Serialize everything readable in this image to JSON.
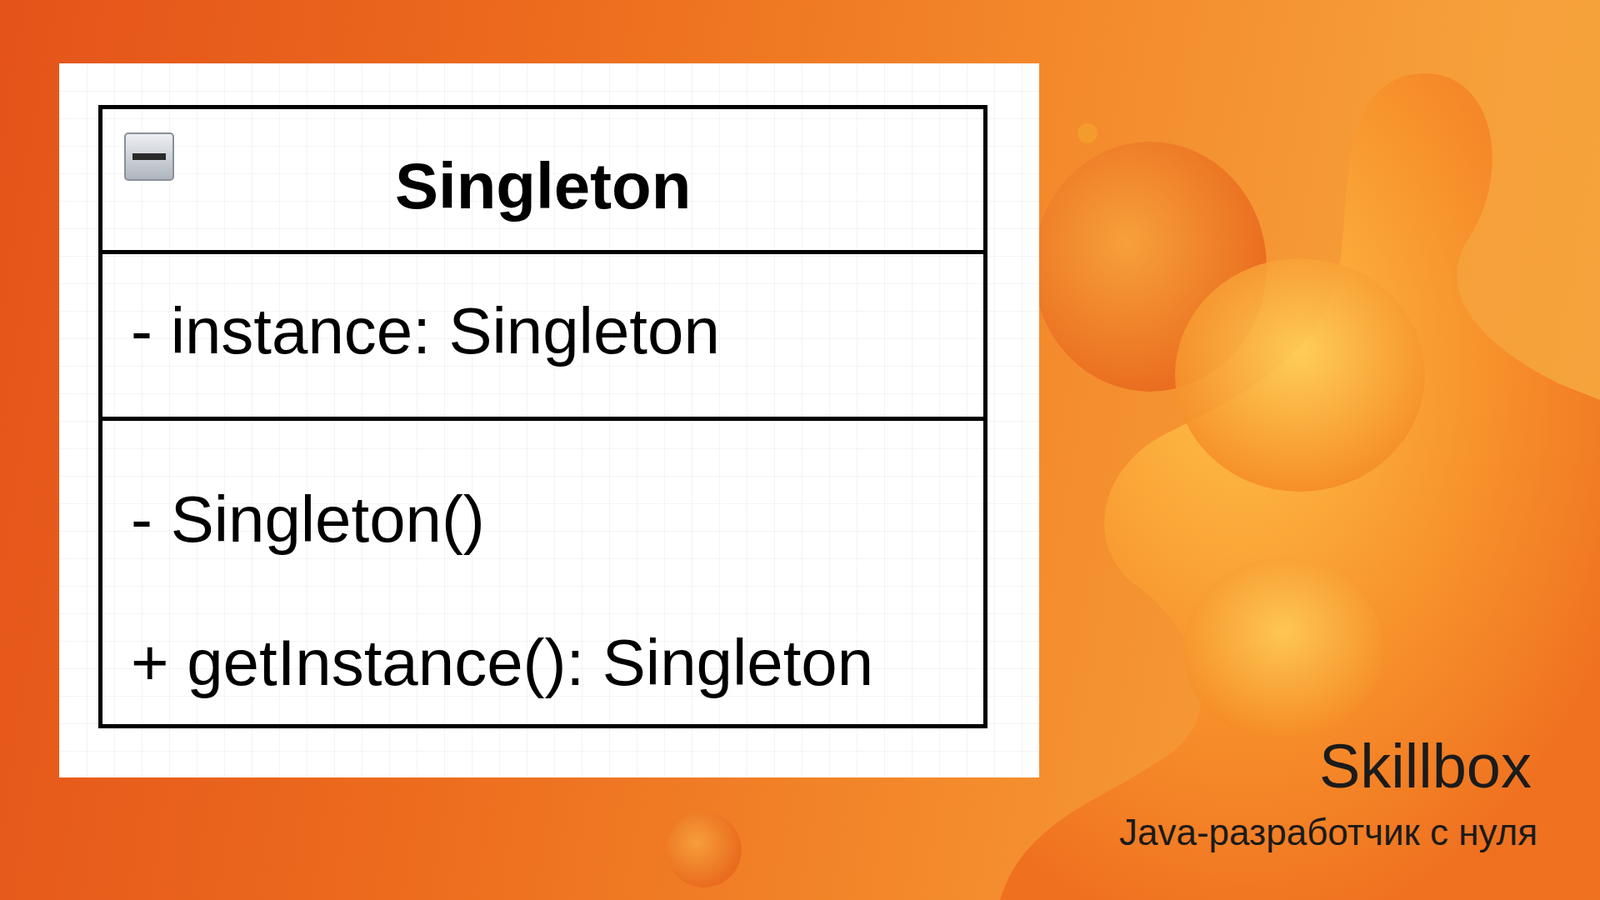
{
  "diagram": {
    "nodes": [
      {
        "text": [
          "Singleton",
          "- instance: Singleton",
          "- Singleton()",
          "+ getInstance(): Singleton"
        ]
      }
    ],
    "labels": [
      "Skillbox",
      "Java-разработчик с нуля"
    ]
  }
}
